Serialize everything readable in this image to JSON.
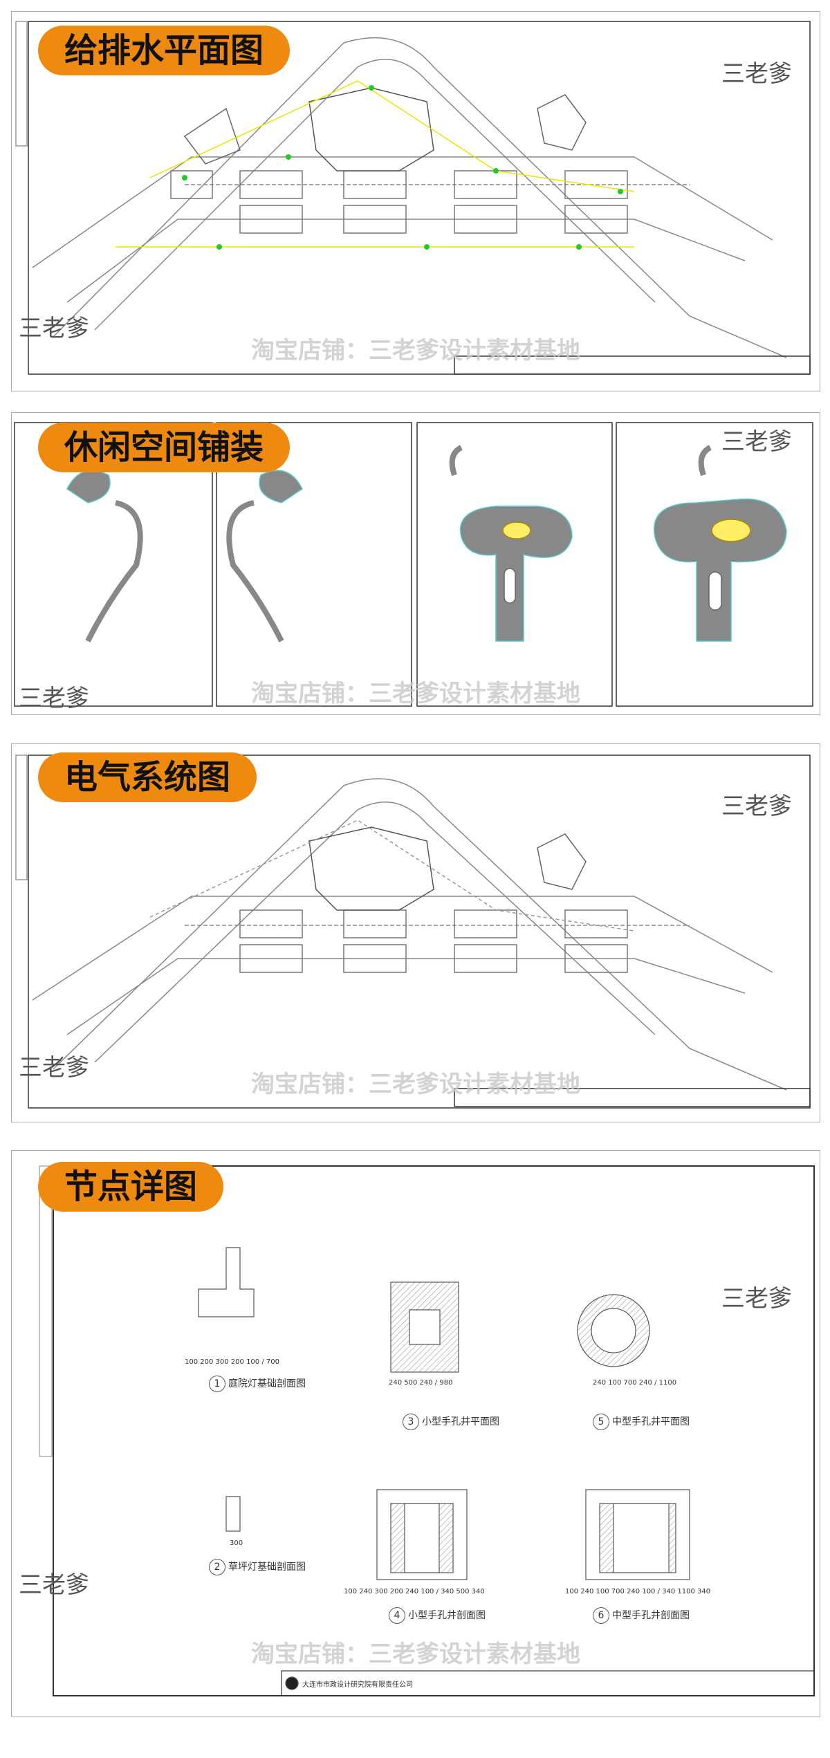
{
  "watermark_corner": "三老爹",
  "watermark_shop": "淘宝店铺：三老爹设计素材基地",
  "panels": [
    {
      "title": "给排水平面图"
    },
    {
      "title": "休闲空间铺装"
    },
    {
      "title": "电气系统图"
    },
    {
      "title": "节点详图"
    }
  ],
  "title_block": {
    "company": "大连市市政设计研究院有限责任公司"
  },
  "details": [
    {
      "num": "1",
      "title": "庭院灯基础剖面图",
      "dims": "100 200 300 200 100 / 700"
    },
    {
      "num": "2",
      "title": "草坪灯基础剖面图",
      "dims": "300"
    },
    {
      "num": "3",
      "title": "小型手孔井平面图",
      "dims": "240 500 240 / 980"
    },
    {
      "num": "4",
      "title": "小型手孔井剖面图",
      "dims": "100 240 300 200 240 100 / 340 500 340"
    },
    {
      "num": "5",
      "title": "中型手孔井平面图",
      "dims": "240 100 700 240 / 1100"
    },
    {
      "num": "6",
      "title": "中型手孔井剖面图",
      "dims": "100 240 100 700 240 100 / 340 1100 340"
    }
  ],
  "colors": {
    "badge": "#ee8a10",
    "pipe": "#e8e800",
    "node": "#22cc22",
    "paving": "#888888",
    "highlight": "#ffee66"
  }
}
